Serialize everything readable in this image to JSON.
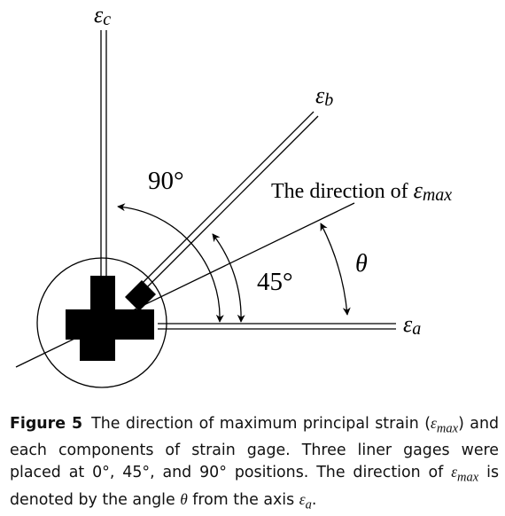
{
  "diagram": {
    "labels": {
      "eps_c": {
        "sym": "ε",
        "sub": "c"
      },
      "eps_b": {
        "sym": "ε",
        "sub": "b"
      },
      "eps_a": {
        "sym": "ε",
        "sub": "a"
      },
      "angle_90": "90°",
      "angle_45": "45°",
      "theta": "θ",
      "direction_prefix": "The direction of ",
      "direction_sym": "ε",
      "direction_sub": "max"
    }
  },
  "caption": {
    "label": "Figure 5",
    "seg1": "The direction of maximum principal strain (",
    "eps1": "ε",
    "sub1": "max",
    "seg2": ") and each components of strain gage. Three liner gages were placed at 0°, 45°, and 90° positions. The direction of ",
    "eps2": "ε",
    "sub2": "max",
    "seg3": " is denoted by the angle ",
    "theta": "θ",
    "seg4": " from the axis ",
    "eps3": "ε",
    "sub3": "a",
    "seg5": "."
  }
}
